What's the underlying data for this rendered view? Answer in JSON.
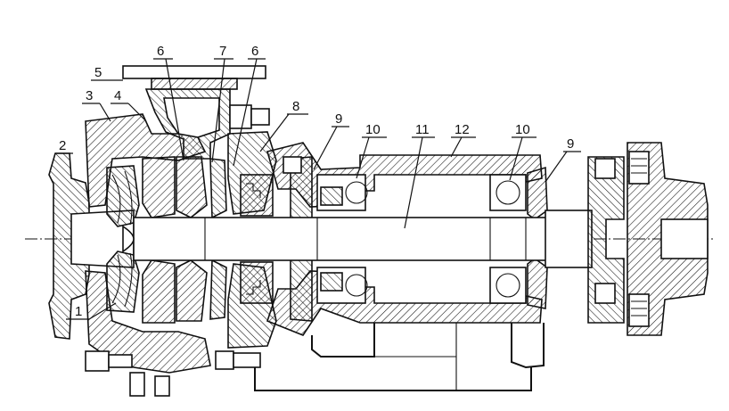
{
  "diagram": {
    "part_labels": [
      "1",
      "2",
      "3",
      "4",
      "5",
      "6",
      "7",
      "6",
      "8",
      "9",
      "10",
      "11",
      "12",
      "10",
      "9"
    ]
  },
  "colors": {
    "ink": "#111111",
    "paper": "#ffffff"
  }
}
